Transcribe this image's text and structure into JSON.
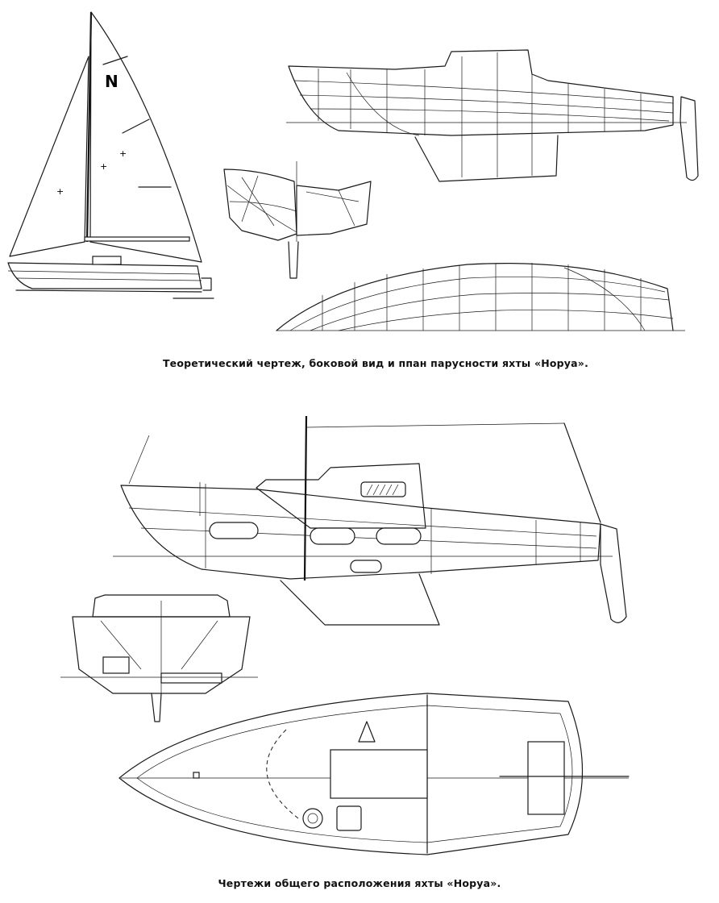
{
  "captions": {
    "top": "Теоретический чертеж, боковой вид и ппан парусности яхты «Норуа».",
    "bottom": "Чертежи общего расположения яхты «Норуа»."
  },
  "sail_emblem": "N"
}
